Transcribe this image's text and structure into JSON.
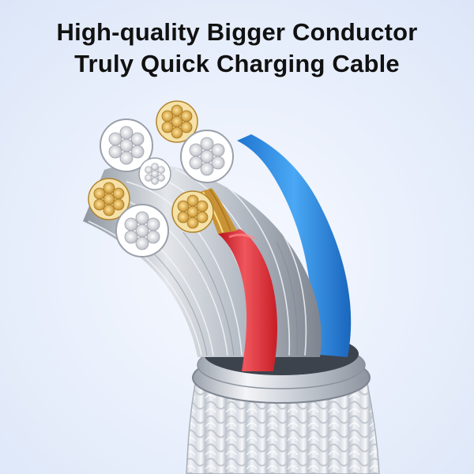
{
  "headline": {
    "line1": "High-quality Bigger Conductor",
    "line2": "Truly Quick Charging Cable"
  },
  "illustration": {
    "subject": "braided charging cable cross-section",
    "colors": {
      "background": "#eaf0fb",
      "silver_strand": "#d7d9de",
      "copper_strand": "#d9a94a",
      "red_insulation": "#e2343c",
      "blue_insulation": "#2f8fe8",
      "braid": "#e9ebee"
    }
  }
}
